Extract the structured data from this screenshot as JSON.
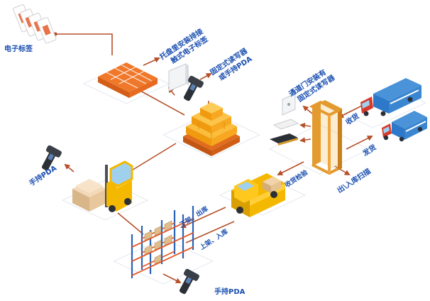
{
  "labels": {
    "rfid_tag": "电子标签",
    "pallet_tag_line1": "托盘里安装排接",
    "pallet_tag_line2": "触式电子标签",
    "fixed_reader_line1": "固定式读写器",
    "fixed_reader_line2": "或手持PDA",
    "gate_reader_line1": "通道门安装有",
    "gate_reader_line2": "固定式读写器",
    "receive": "收货",
    "ship": "发货",
    "inout_scan": "出\\入库扫描",
    "receive_check": "收货检验",
    "handheld_pda_left": "手持PDA",
    "shelf_out": "下架、出库",
    "shelf_in": "上架、入库",
    "handheld_pda_bottom": "手持PDA"
  },
  "colors": {
    "label_blue": "#1a4fb0",
    "arrow_brown": "#b5502a",
    "box_orange": "#f7a21c",
    "pallet_orange": "#f0782a",
    "forklift_yellow": "#f5b800",
    "truck_blue": "#2d78c8",
    "truck_red": "#d63a2a",
    "shelf_blue": "#2a62b8"
  },
  "icons": [
    "rfid-tag-icon",
    "pallet-icon",
    "fixed-reader-icon",
    "handheld-pda-icon",
    "forklift-icon",
    "warehouse-shelf-icon",
    "pickup-truck-icon",
    "container-truck-icon",
    "gate-frame-icon"
  ]
}
